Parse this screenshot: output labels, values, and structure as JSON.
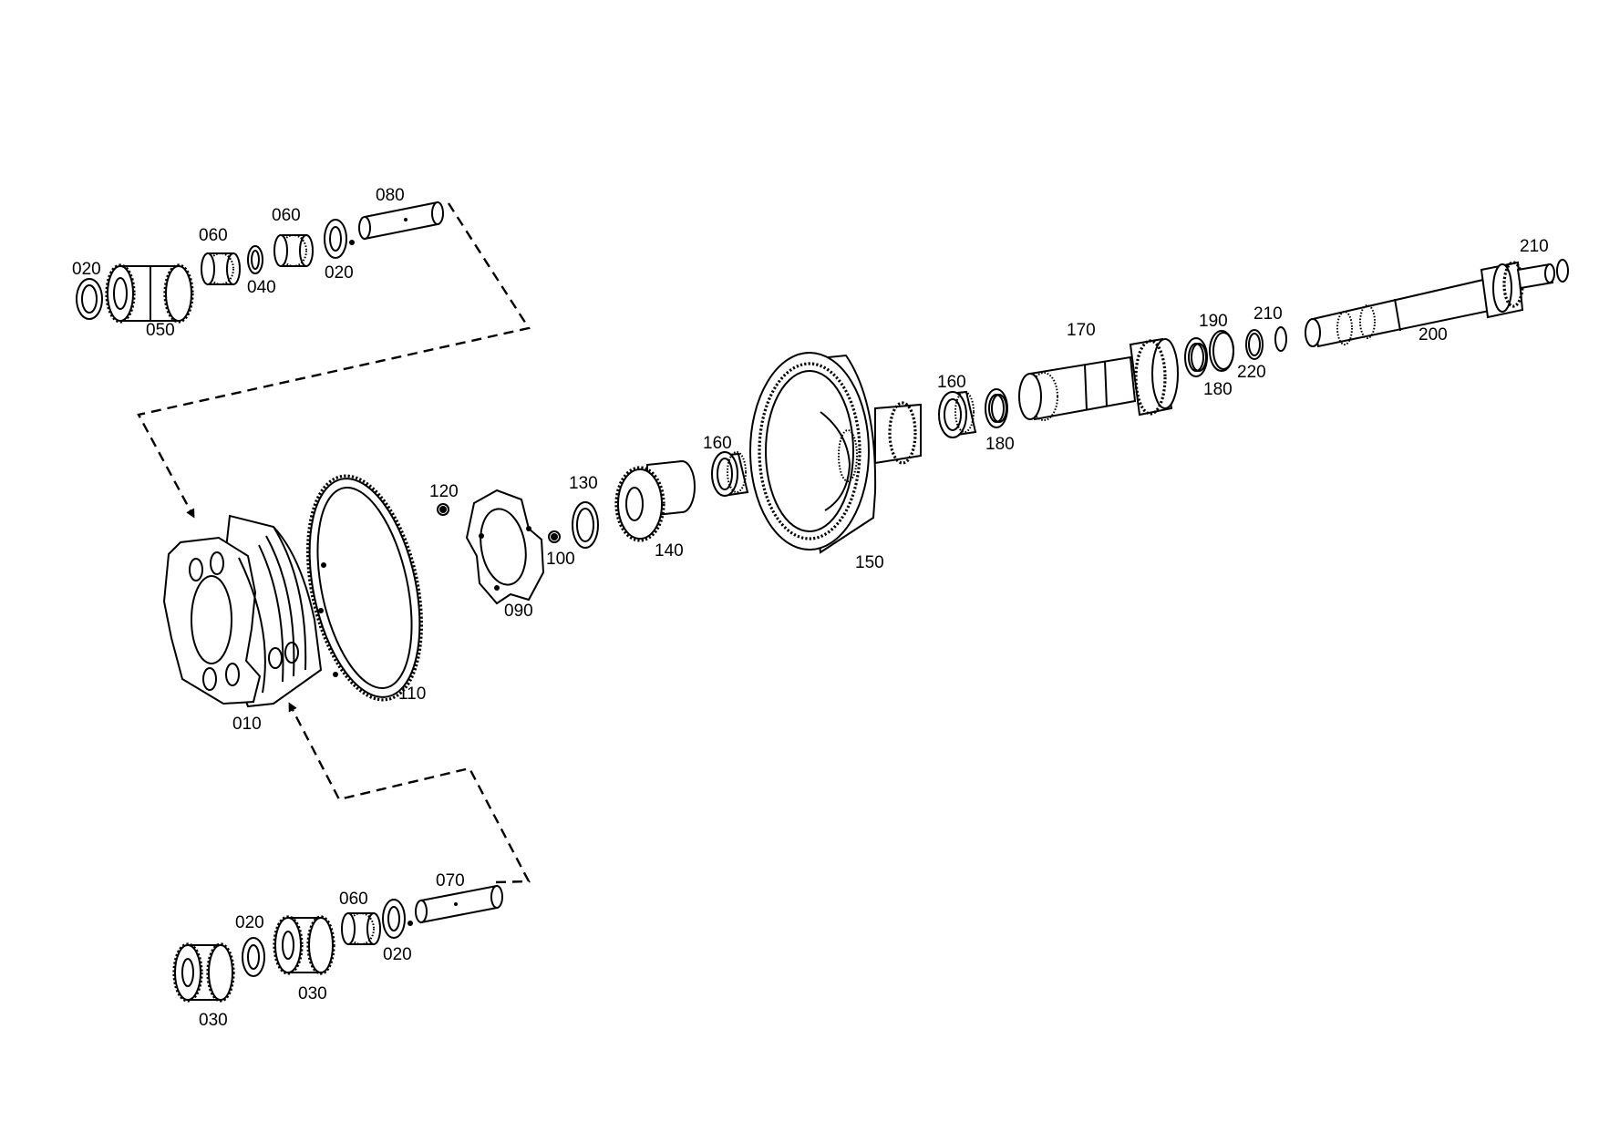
{
  "diagram": {
    "labels": {
      "p010": "010",
      "p020a": "020",
      "p020b": "020",
      "p020c": "020",
      "p020d": "020",
      "p030a": "030",
      "p030b": "030",
      "p040": "040",
      "p050": "050",
      "p060a": "060",
      "p060b": "060",
      "p060c": "060",
      "p070": "070",
      "p080": "080",
      "p090": "090",
      "p100": "100",
      "p110": "110",
      "p120": "120",
      "p130": "130",
      "p140": "140",
      "p150": "150",
      "p160a": "160",
      "p160b": "160",
      "p170": "170",
      "p180a": "180",
      "p180b": "180",
      "p190": "190",
      "p200": "200",
      "p210a": "210",
      "p210b": "210",
      "p220": "220"
    }
  }
}
